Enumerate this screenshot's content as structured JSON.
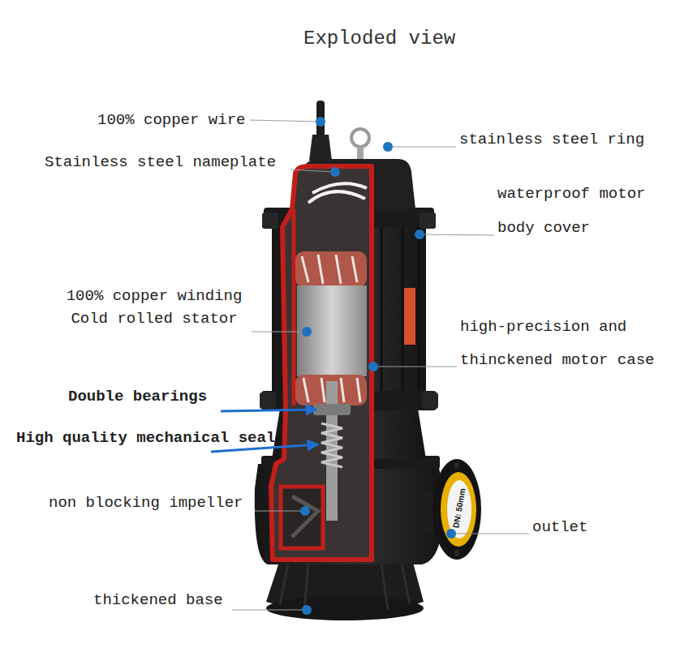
{
  "diagram": {
    "title": "Exploded view",
    "labels": [
      "100% copper wire",
      "stainless steel ring",
      "Stainless steel nameplate",
      "waterproof motor body cover",
      "100% copper winding Cold rolled stator",
      "high-precision and thinckened motor case",
      "Double bearings",
      "High quality mechanical seal",
      "non blocking impeller",
      "outlet",
      "thickened base",
      "DN: 50mm"
    ]
  }
}
